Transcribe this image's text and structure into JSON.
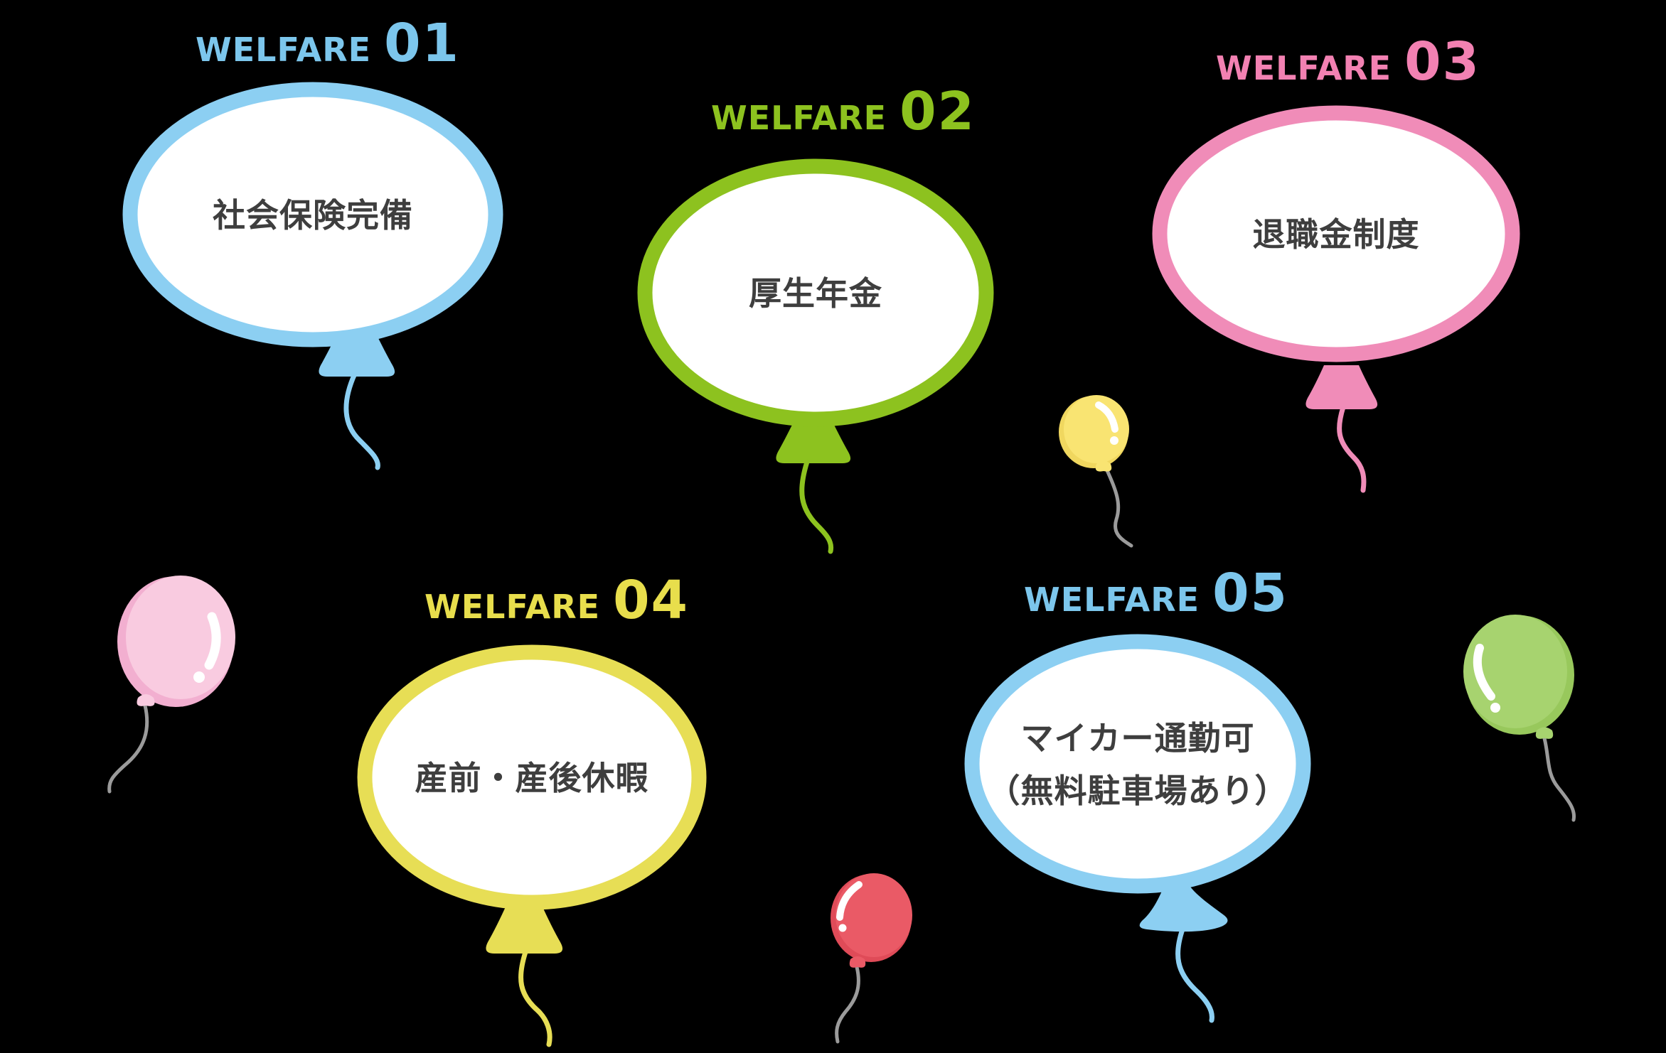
{
  "page": {
    "background_color": "#000000",
    "text_color": "#3E3E3E",
    "string_gray": "#9B9B9B"
  },
  "welfare_items": [
    {
      "label_word": "WELFARE",
      "label_num": "01",
      "label_color": "#7CC6EC",
      "balloon_color": "#8CCFF2",
      "text_lines": [
        "社会保険完備"
      ]
    },
    {
      "label_word": "WELFARE",
      "label_num": "02",
      "label_color": "#8DC21F",
      "balloon_color": "#8DC21F",
      "text_lines": [
        "厚生年金"
      ]
    },
    {
      "label_word": "WELFARE",
      "label_num": "03",
      "label_color": "#F281B2",
      "balloon_color": "#F08CB8",
      "text_lines": [
        "退職金制度"
      ]
    },
    {
      "label_word": "WELFARE",
      "label_num": "04",
      "label_color": "#E8DE4C",
      "balloon_color": "#E7DE55",
      "text_lines": [
        "産前・産後休暇"
      ]
    },
    {
      "label_word": "WELFARE",
      "label_num": "05",
      "label_color": "#7CC6EC",
      "balloon_color": "#8CCFF2",
      "text_lines": [
        "マイカー通勤可",
        "（無料駐車場あり）"
      ]
    }
  ],
  "decorative_balloons": [
    {
      "name": "yellow",
      "body_color": "#F9E472",
      "shade_color": "#F0D75F"
    },
    {
      "name": "pink",
      "body_color": "#F9CBE0",
      "shade_color": "#F2AFD0"
    },
    {
      "name": "green",
      "body_color": "#A7D36F",
      "shade_color": "#98C85C"
    },
    {
      "name": "red",
      "body_color": "#EA5A66",
      "shade_color": "#DF4B58"
    }
  ]
}
